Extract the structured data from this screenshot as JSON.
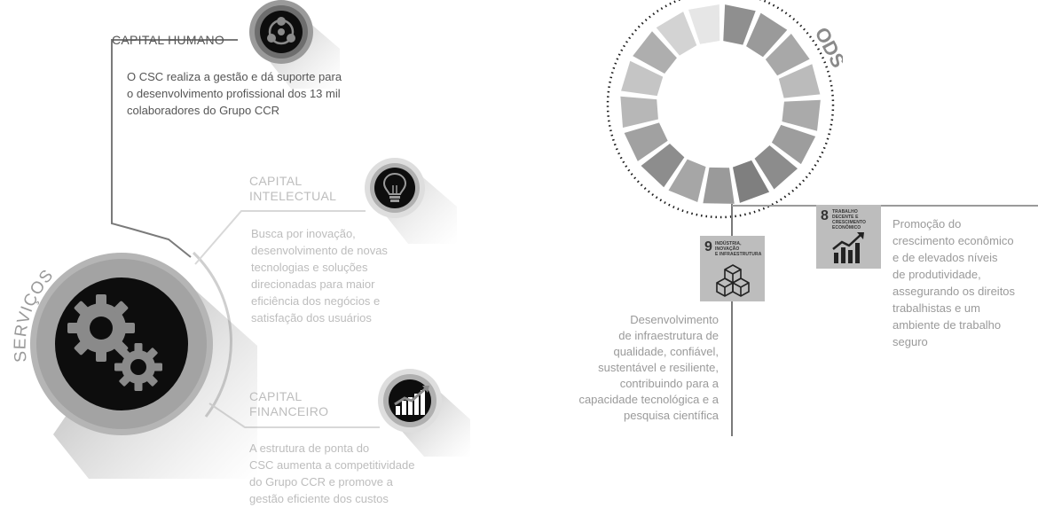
{
  "servicos": {
    "label": "SERVIÇOS",
    "icon": "gears-icon"
  },
  "capitals": [
    {
      "title": "CAPITAL HUMANO",
      "text": [
        "O CSC realiza a gestão e dá suporte para",
        "o desenvolvimento profissional dos 13 mil",
        "colaboradores do Grupo CCR"
      ],
      "icon": "people-network-icon"
    },
    {
      "title": [
        "CAPITAL",
        "INTELECTUAL"
      ],
      "text": [
        "Busca por inovação,",
        "desenvolvimento de novas",
        "tecnologias e soluções",
        "direcionadas para maior",
        "eficiência dos negócios e",
        "satisfação dos usuários"
      ],
      "icon": "lightbulb-icon"
    },
    {
      "title": [
        "CAPITAL",
        "FINANCEIRO"
      ],
      "text": [
        "A estrutura de ponta do",
        "CSC aumenta a competitividade",
        "do Grupo CCR e promove a",
        "gestão eficiente dos custos"
      ],
      "icon": "growth-chart-icon"
    }
  ],
  "ods": {
    "label": "ODS",
    "goals": [
      {
        "number": "9",
        "title": [
          "INDÚSTRIA, INOVAÇÃO",
          "E INFRAESTRUTURA"
        ],
        "icon": "cubes-icon",
        "text": [
          "Desenvolvimento",
          "de infraestrutura de",
          "qualidade, confiável,",
          "sustentável e resiliente,",
          "contribuindo para a",
          "capacidade tecnológica e a",
          "pesquisa científica"
        ]
      },
      {
        "number": "8",
        "title": [
          "TRABALHO DECENTE E",
          "CRESCIMENTO",
          "ECONÔMICO"
        ],
        "icon": "growth-bars-icon",
        "text": [
          "Promoção do",
          "crescimento econômico",
          "e de elevados níveis",
          "de produtividade,",
          "assegurando os direitos",
          "trabalhistas e um",
          "ambiente de trabalho",
          "seguro"
        ]
      }
    ]
  }
}
